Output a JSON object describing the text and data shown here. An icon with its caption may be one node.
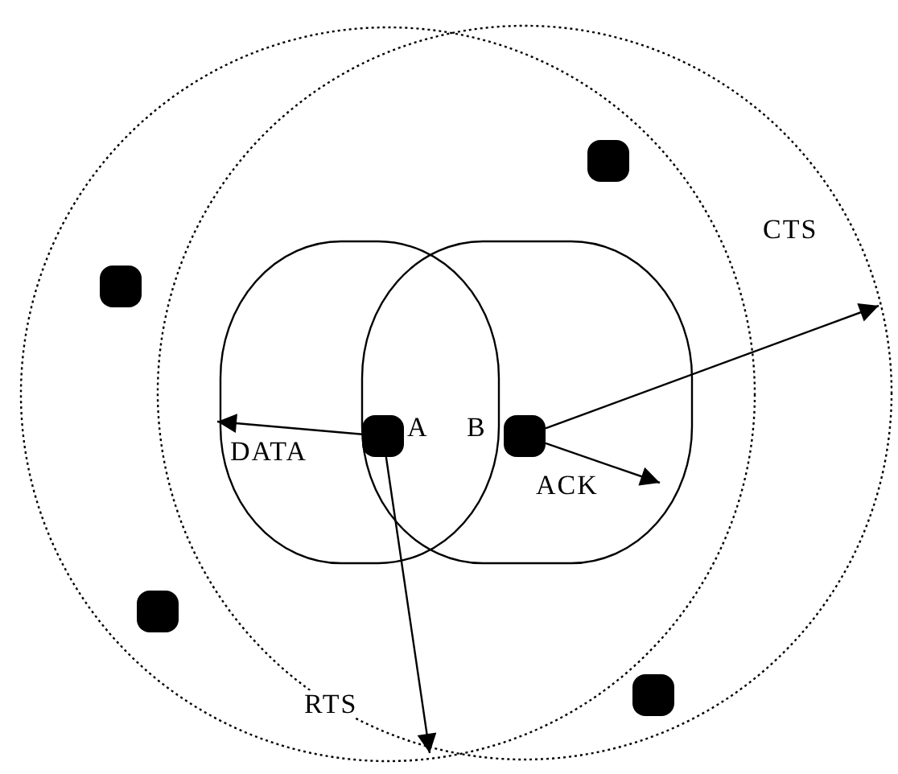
{
  "diagram": {
    "nodes": [
      {
        "text": [],
        "shape": "box"
      },
      {
        "text": [],
        "shape": "box"
      },
      {
        "text": [],
        "shape": "box",
        "beside": [
          "A"
        ]
      },
      {
        "text": [],
        "shape": "box",
        "beside": [
          "B"
        ]
      },
      {
        "text": [],
        "shape": "box"
      },
      {
        "text": [],
        "shape": "box"
      }
    ],
    "edges": [
      {
        "from": 2,
        "to": null,
        "arrow": "to",
        "label": "DATA"
      },
      {
        "from": 2,
        "to": null,
        "arrow": "to",
        "label": "RTS"
      },
      {
        "from": 3,
        "to": null,
        "arrow": "to",
        "label": "CTS"
      },
      {
        "from": 3,
        "to": null,
        "arrow": "to",
        "label": "ACK"
      }
    ]
  }
}
